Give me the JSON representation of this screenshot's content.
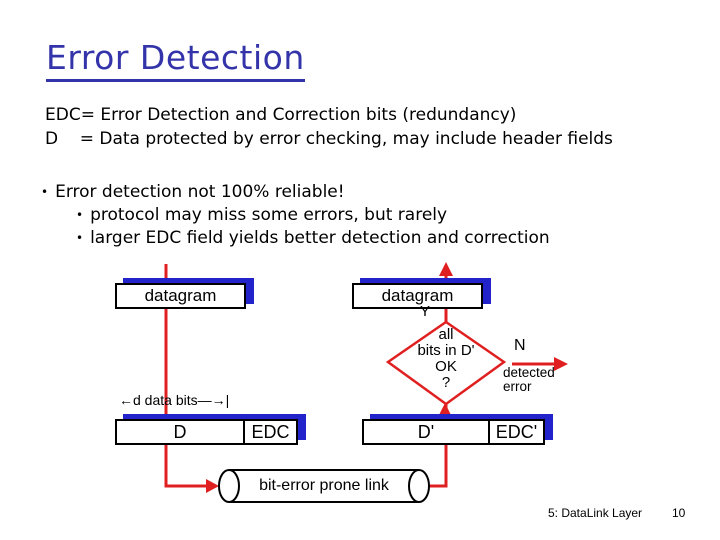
{
  "slide": {
    "title": "Error Detection",
    "definitions": "EDC= Error Detection and Correction bits (redundancy)\nD    = Data protected by error checking, may include header fields",
    "bullet_glyph": "•",
    "bullet_main": "Error detection not 100% reliable!",
    "bullet_subs": [
      "protocol may miss some errors, but rarely",
      "larger EDC field yields better detection and correction"
    ],
    "footer_label": "5: DataLink Layer",
    "page_number": "10"
  },
  "diagram": {
    "sender_datagram_label": "datagram",
    "receiver_datagram_label": "datagram",
    "d_bits_label": "←d data bits—→|",
    "sender_data_field": "D",
    "sender_edc_field": "EDC",
    "receiver_data_field": "D'",
    "receiver_edc_field": "EDC'",
    "decision_lines": [
      "all",
      "bits in D'",
      "OK",
      "?"
    ],
    "yes_label": "Y",
    "no_label": "N",
    "detected_lines": [
      "detected",
      "error"
    ],
    "link_label": "bit-error prone link"
  },
  "colors": {
    "title_blue": "#3333aa",
    "line_red": "#e02020",
    "shadow_blue": "#2323cc",
    "text_black": "#000000",
    "background": "#ffffff"
  }
}
